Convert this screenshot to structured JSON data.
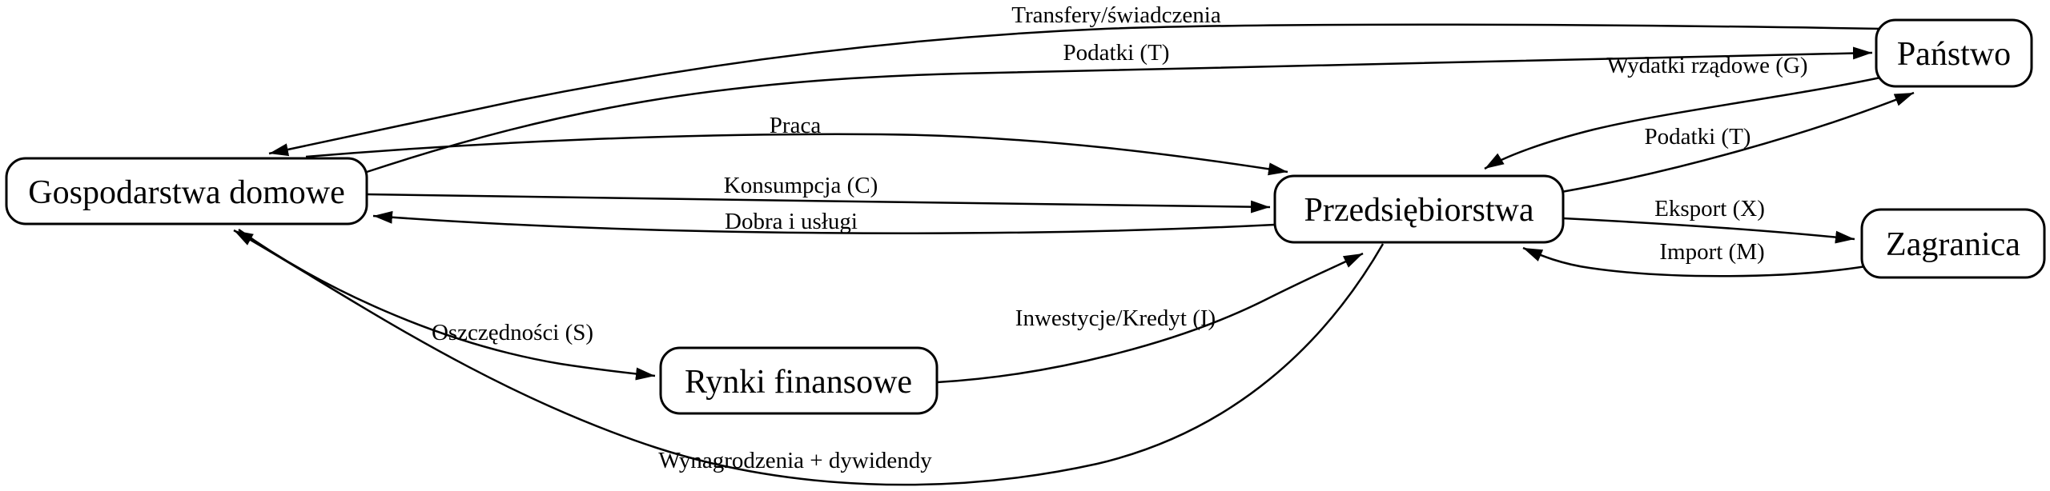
{
  "diagram": {
    "type": "directed-graph",
    "background_color": "#ffffff",
    "node_fill_color": "#ffffff",
    "line_color": "#000000",
    "nodes": [
      {
        "id": "households",
        "label": "Gospodarstwa domowe"
      },
      {
        "id": "firms",
        "label": "Przedsiębiorstwa"
      },
      {
        "id": "state",
        "label": "Państwo"
      },
      {
        "id": "foreign",
        "label": "Zagranica"
      },
      {
        "id": "financial-markets",
        "label": "Rynki finansowe"
      }
    ],
    "edges": [
      {
        "from": "households",
        "to": "state",
        "label": "Podatki (T)"
      },
      {
        "from": "state",
        "to": "households",
        "label": "Transfery/świadczenia"
      },
      {
        "from": "households",
        "to": "firms",
        "label": "Praca"
      },
      {
        "from": "households",
        "to": "firms",
        "label": "Konsumpcja (C)"
      },
      {
        "from": "firms",
        "to": "households",
        "label": "Dobra i usługi"
      },
      {
        "from": "firms",
        "to": "households",
        "label": "Wynagrodzenia + dywidendy"
      },
      {
        "from": "state",
        "to": "firms",
        "label": "Wydatki rządowe (G)"
      },
      {
        "from": "firms",
        "to": "state",
        "label": "Podatki (T)"
      },
      {
        "from": "firms",
        "to": "foreign",
        "label": "Eksport (X)"
      },
      {
        "from": "foreign",
        "to": "firms",
        "label": "Import (M)"
      },
      {
        "from": "households",
        "to": "financial-markets",
        "label": "Oszczędności (S)"
      },
      {
        "from": "financial-markets",
        "to": "firms",
        "label": "Inwestycje/Kredyt (I)"
      }
    ]
  }
}
